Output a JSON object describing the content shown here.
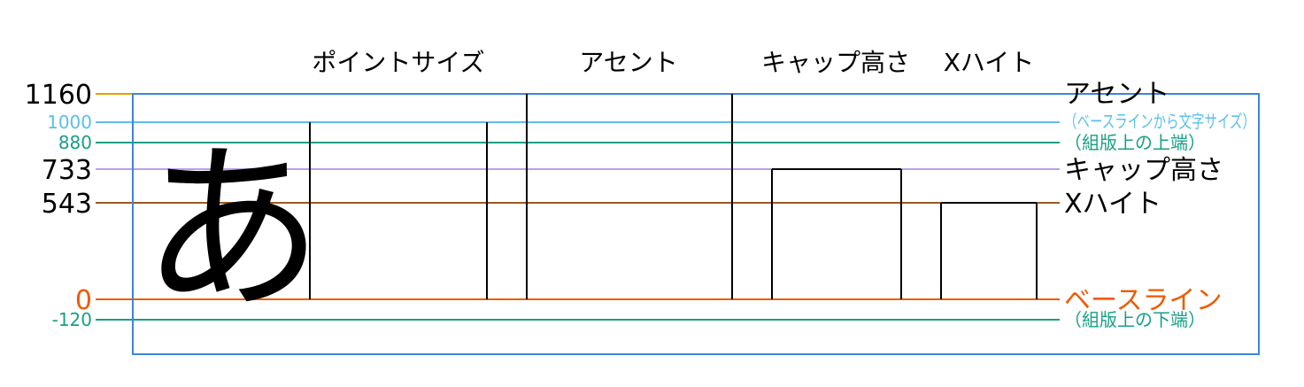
{
  "glyph": "あ",
  "columns": {
    "point_size": "ポイントサイズ",
    "ascent": "アセント",
    "cap_height": "キャップ高さ",
    "x_height": "Xハイト"
  },
  "metrics": [
    {
      "id": "ascent",
      "value": "1160",
      "color": "#e3a000",
      "labels": [
        "アセント"
      ],
      "label_color": "#000000"
    },
    {
      "id": "em-top",
      "value": "1000",
      "color": "#5bbfea",
      "labels": [
        "（ベースラインから文字サイズ）"
      ],
      "label_color": "#5bbfea"
    },
    {
      "id": "typo-ascender",
      "value": "880",
      "color": "#16a085",
      "labels": [
        "（組版上の上端）"
      ],
      "label_color": "#16a085"
    },
    {
      "id": "cap-height",
      "value": "733",
      "color": "#b9a0e6",
      "labels": [
        "キャップ高さ"
      ],
      "label_color": "#000000"
    },
    {
      "id": "x-height",
      "value": "543",
      "color": "#9a5a1e",
      "labels": [
        "Xハイト"
      ],
      "label_color": "#000000"
    },
    {
      "id": "baseline",
      "value": "0",
      "color": "#f05a00",
      "labels": [
        "ベースライン"
      ],
      "label_color": "#f05a00"
    },
    {
      "id": "typo-descender",
      "value": "-120",
      "color": "#16a085",
      "labels": [
        "（組版上の下端）"
      ],
      "label_color": "#16a085"
    }
  ],
  "colors": {
    "frame": "#3d85d8",
    "bars": "#000000",
    "value_default": "#000000"
  }
}
